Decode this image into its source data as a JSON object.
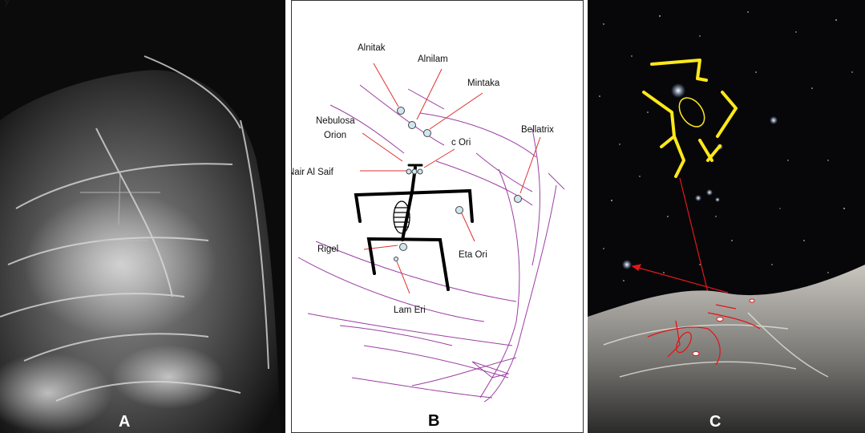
{
  "caption_fragment": "y                    ",
  "panels": {
    "a": {
      "label": "A"
    },
    "b": {
      "label": "B"
    },
    "c": {
      "label": "C"
    }
  },
  "stars": {
    "alnitak": "Alnitak",
    "alnilam": "Alnilam",
    "mintaka": "Mintaka",
    "nebulosa_orion_1": "Nebulosa",
    "nebulosa_orion_2": "Orion",
    "c_ori": "c Ori",
    "bellatrix": "Bellatrix",
    "nair_al_saif": "Nair Al Saif",
    "rigel": "Rigel",
    "eta_ori": "Eta Ori",
    "lam_eri": "Lam Eri"
  },
  "colors": {
    "rock_lines": "#9b3fa3",
    "leader_lines": "#e03030",
    "star_fill": "#cfe6ee",
    "figure": "#000000",
    "overlay_yellow": "#ffe81a",
    "overlay_red": "#e01818"
  }
}
